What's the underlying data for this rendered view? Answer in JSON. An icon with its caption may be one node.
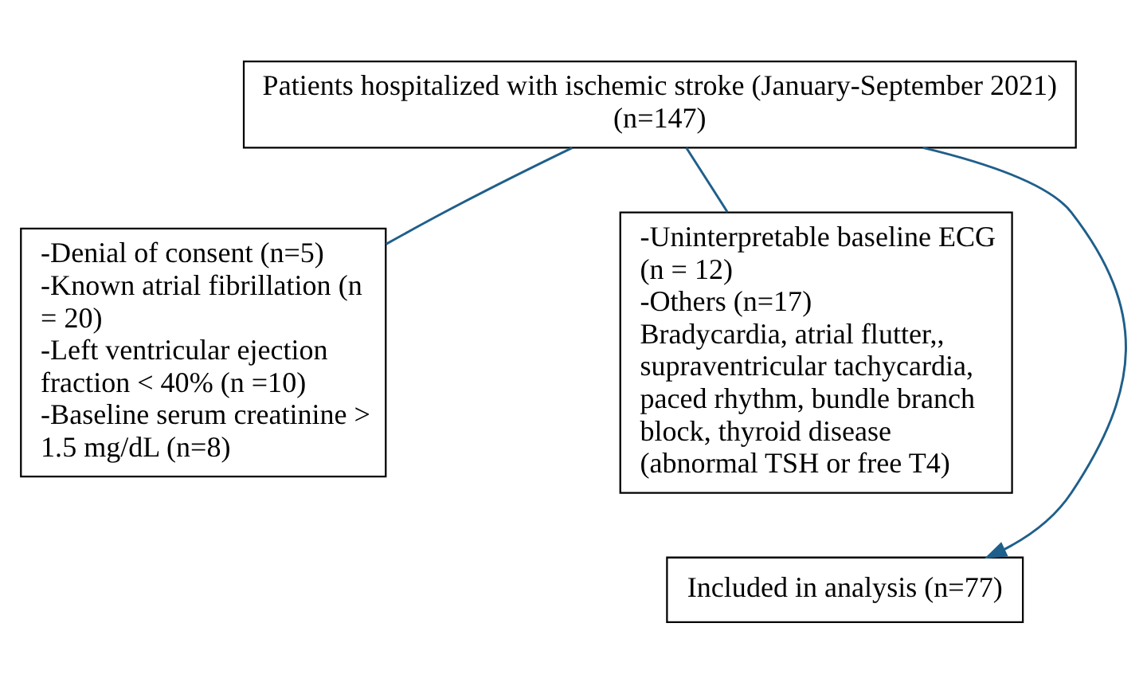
{
  "diagram": {
    "nodes": [
      {
        "text": [
          "Patients hospitalized with ischemic stroke (January-September 2021) (n=147)"
        ]
      },
      {
        "text": [
          "-Denial of consent (n=5)",
          "-Known atrial fibrillation (n = 20)",
          "-Left ventricular ejection fraction < 40% (n =10)",
          "-Baseline serum creatinine > 1.5 mg/dL (n=8)"
        ]
      },
      {
        "text": [
          "-Uninterpretable baseline ECG (n = 12)",
          "-Others (n=17)",
          "Bradycardia, atrial flutter,, supraventricular tachycardia, paced rhythm, bundle branch block, thyroid disease (abnormal TSH or free T4)"
        ]
      },
      {
        "text": [
          "Included in analysis (n=77)"
        ]
      }
    ],
    "edges": [
      {
        "from": 0,
        "to": 3,
        "arrow": "to"
      },
      {
        "from": 0,
        "to": 1,
        "arrow": "none"
      },
      {
        "from": 0,
        "to": 2,
        "arrow": "none"
      }
    ]
  }
}
